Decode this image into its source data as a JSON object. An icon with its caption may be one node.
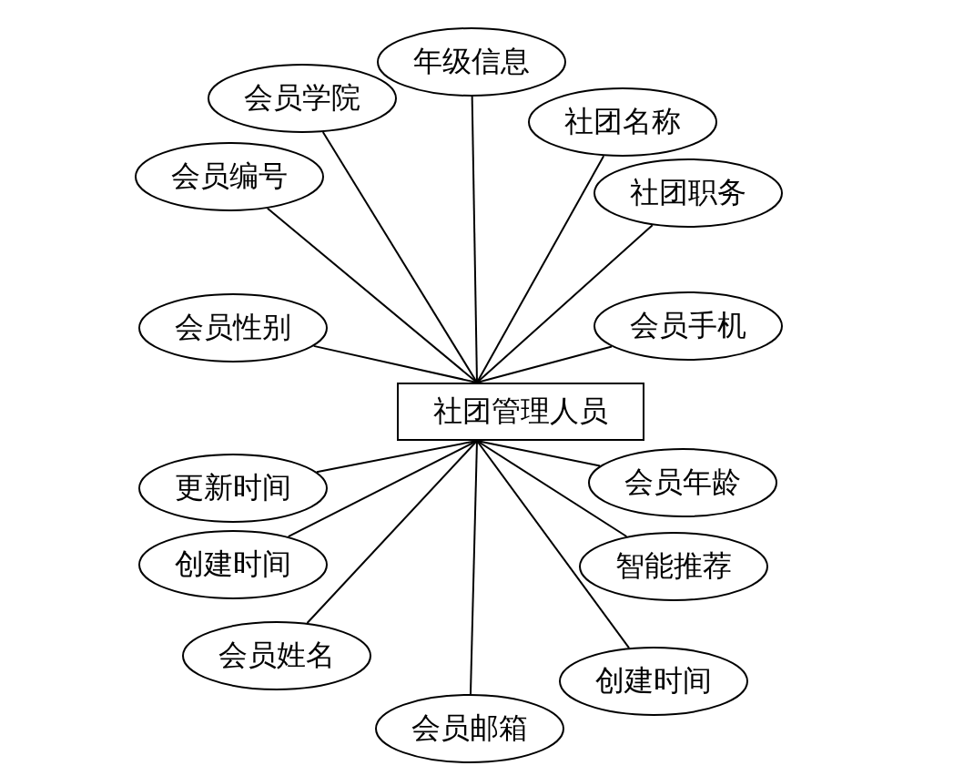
{
  "diagram": {
    "nodes": [
      {
        "text": [
          "年级信息"
        ]
      },
      {
        "text": [
          "会员学院"
        ]
      },
      {
        "text": [
          "社团名称"
        ]
      },
      {
        "text": [
          "会员编号"
        ]
      },
      {
        "text": [
          "社团职务"
        ]
      },
      {
        "text": [
          "会员性别"
        ]
      },
      {
        "text": [
          "会员手机"
        ]
      },
      {
        "text": [
          "社团管理人员"
        ]
      },
      {
        "text": [
          "会员年龄"
        ]
      },
      {
        "text": [
          "更新时间"
        ]
      },
      {
        "text": [
          "智能推荐"
        ]
      },
      {
        "text": [
          "创建时间"
        ]
      },
      {
        "text": [
          "会员姓名"
        ]
      },
      {
        "text": [
          "创建时间"
        ]
      },
      {
        "text": [
          "会员邮箱"
        ]
      }
    ],
    "edges": [
      {
        "from": 7,
        "to": 0,
        "arrow": "none"
      },
      {
        "from": 7,
        "to": 1,
        "arrow": "none"
      },
      {
        "from": 7,
        "to": 2,
        "arrow": "none"
      },
      {
        "from": 7,
        "to": 3,
        "arrow": "none"
      },
      {
        "from": 7,
        "to": 4,
        "arrow": "none"
      },
      {
        "from": 7,
        "to": 5,
        "arrow": "none"
      },
      {
        "from": 7,
        "to": 6,
        "arrow": "none"
      },
      {
        "from": 7,
        "to": 8,
        "arrow": "none"
      },
      {
        "from": 7,
        "to": 9,
        "arrow": "none"
      },
      {
        "from": 7,
        "to": 10,
        "arrow": "none"
      },
      {
        "from": 7,
        "to": 11,
        "arrow": "none"
      },
      {
        "from": 7,
        "to": 12,
        "arrow": "none"
      },
      {
        "from": 7,
        "to": 13,
        "arrow": "none"
      },
      {
        "from": 7,
        "to": 14,
        "arrow": "none"
      }
    ]
  }
}
